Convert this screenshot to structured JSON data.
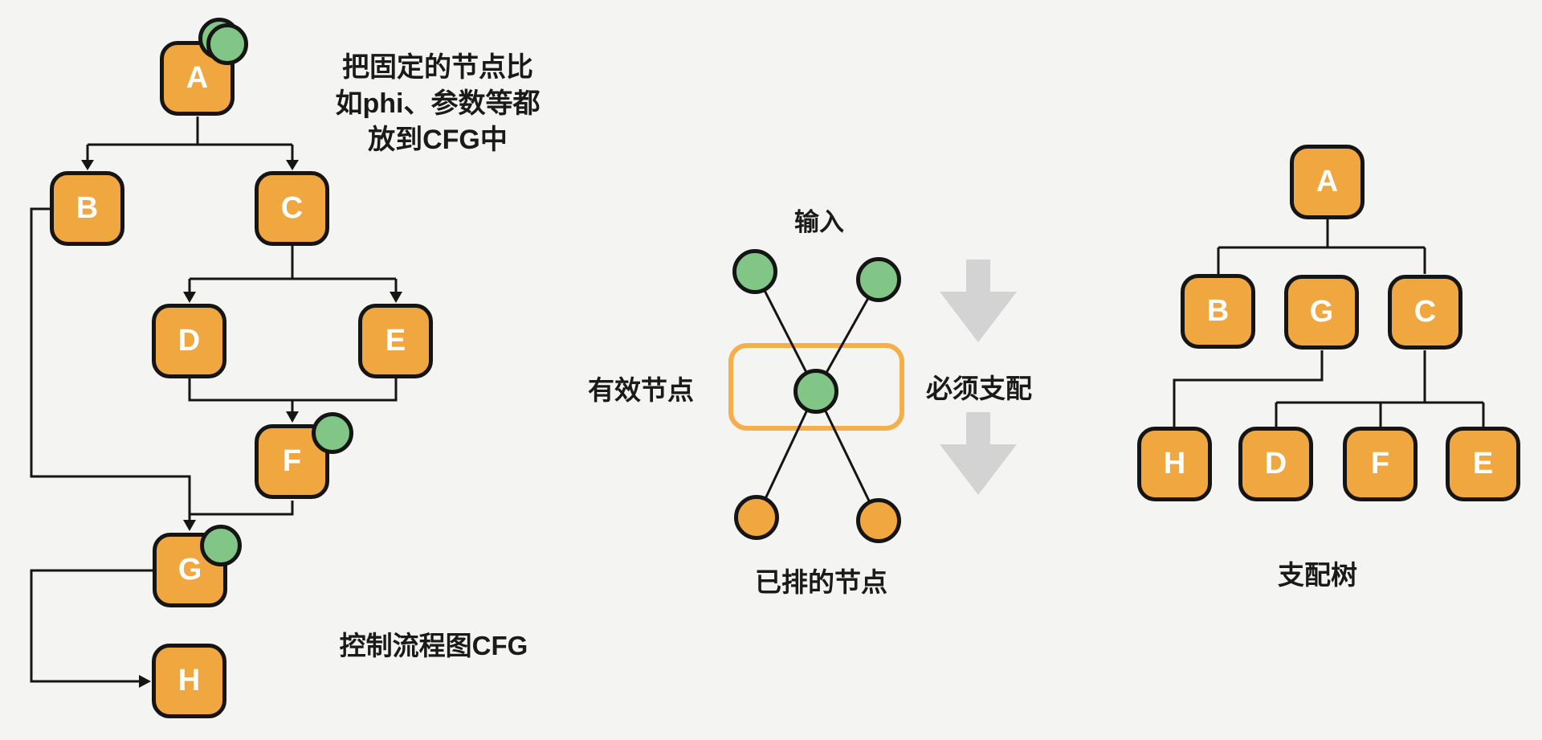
{
  "colors": {
    "background": "#F4F5F2",
    "node_fill": "#F1A73F",
    "node_border": "#151515",
    "green_fill": "#82C687",
    "line": "#151515",
    "box_stroke": "#F6AE4A",
    "gray_arrow": "#D3D3D3",
    "text": "#1A1A1A",
    "node_text": "#FFFFFF"
  },
  "cfg": {
    "caption": "控制流程图CFG",
    "note_lines": [
      "把固定的节点比",
      "如phi、参数等都",
      "放到CFG中"
    ],
    "nodes": [
      {
        "label": "A"
      },
      {
        "label": "B"
      },
      {
        "label": "C"
      },
      {
        "label": "D"
      },
      {
        "label": "E"
      },
      {
        "label": "F"
      },
      {
        "label": "G"
      },
      {
        "label": "H"
      }
    ]
  },
  "scheduler": {
    "top_label": "输入",
    "left_label": "有效节点",
    "right_label": "必须支配",
    "bottom_label": "已排的节点"
  },
  "domtree": {
    "caption": "支配树",
    "nodes": [
      {
        "label": "A"
      },
      {
        "label": "B"
      },
      {
        "label": "G"
      },
      {
        "label": "C"
      },
      {
        "label": "H"
      },
      {
        "label": "D"
      },
      {
        "label": "F"
      },
      {
        "label": "E"
      }
    ]
  }
}
